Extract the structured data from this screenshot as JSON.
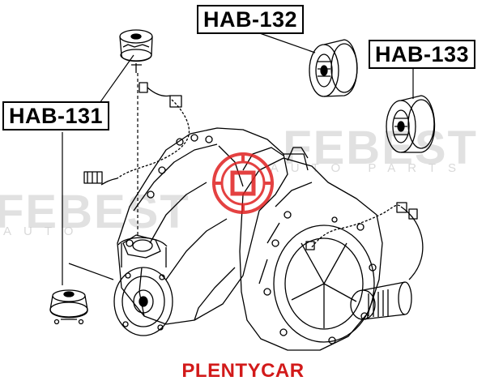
{
  "labels": {
    "hab131": "HAB-131",
    "hab132": "HAB-132",
    "hab133": "HAB-133"
  },
  "brand": "PLENTYCAR",
  "watermarks": {
    "right": "FEBEST",
    "right_sub": "AUTO PARTS",
    "left": "FEBEST",
    "left_sub": "AUTO"
  },
  "colors": {
    "brand": "#d21a1a",
    "logo": "#e02020",
    "ink": "#000000",
    "watermark": "#c9c9c9"
  }
}
